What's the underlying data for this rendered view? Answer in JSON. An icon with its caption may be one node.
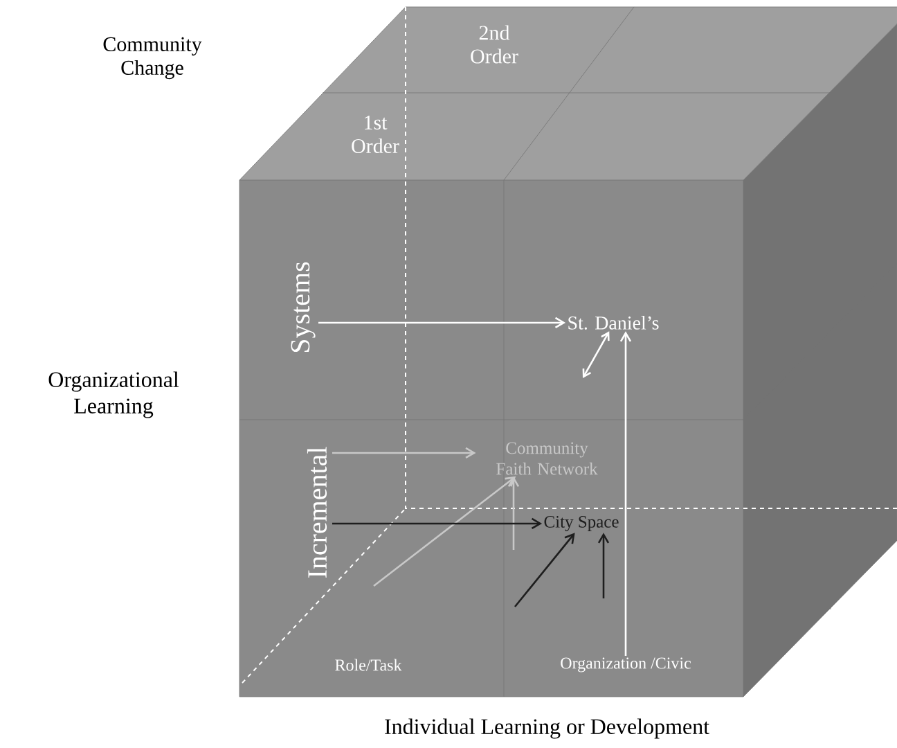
{
  "diagram": {
    "nodes": [
      {
        "text": [
          "Systems"
        ]
      },
      {
        "text": [
          "St. Daniel’s"
        ]
      },
      {
        "text": [
          "Incremental"
        ]
      },
      {
        "text": [
          "Community Faith Network"
        ]
      },
      {
        "text": [
          "City Space"
        ]
      },
      {
        "text": [
          "Organization /Civic"
        ]
      }
    ],
    "edges": [
      {
        "from": 0,
        "to": 1,
        "arrow": "to",
        "color": "#ffffff"
      },
      {
        "from": null,
        "to": 1,
        "arrow": "both",
        "color": "#ffffff"
      },
      {
        "from": 5,
        "to": 1,
        "arrow": "to",
        "color": "#ffffff"
      },
      {
        "from": 2,
        "to": 3,
        "arrow": "to",
        "color": "#c8c8c8"
      },
      {
        "from": null,
        "to": 3,
        "arrow": "to",
        "color": "#c8c8c8"
      },
      {
        "from": null,
        "to": 3,
        "arrow": "to",
        "color": "#c8c8c8"
      },
      {
        "from": 2,
        "to": 4,
        "arrow": "to",
        "color": "#1e1e1e"
      },
      {
        "from": null,
        "to": 4,
        "arrow": "to",
        "color": "#1e1e1e"
      },
      {
        "from": null,
        "to": 4,
        "arrow": "to",
        "color": "#1e1e1e"
      }
    ],
    "labels": [
      "Community Change",
      "2nd Order",
      "1st Order",
      "Organizational Learning",
      "Role/Task",
      "Individual Learning or Development"
    ]
  }
}
